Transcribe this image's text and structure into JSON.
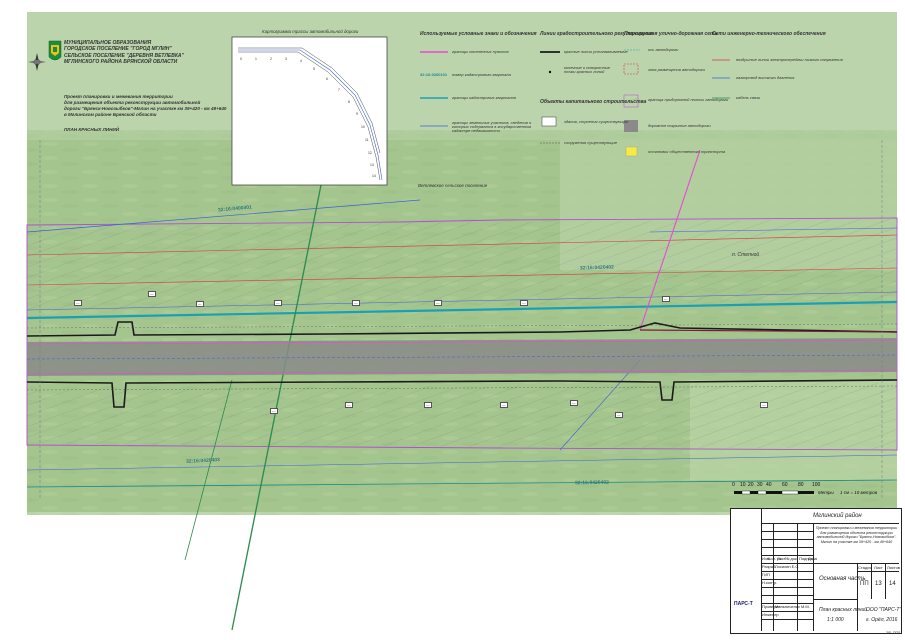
{
  "colors": {
    "red_line": "#1a1a1a",
    "cadastral_quarter": "#1a8a8a",
    "pink_boundary": "#e64bd0",
    "purple_zone": "#b04fd2",
    "blue_line": "#3c5fd8",
    "red_power": "#d23a3a",
    "green_field": "#8fb574",
    "road_gray": "#8a8a8a"
  },
  "header": {
    "title_lines": [
      "МУНИЦИПАЛЬНОЕ ОБРАЗОВАНИЯ",
      "ГОРОДСКОЕ ПОСЕЛЕНИЕ \"ГОРОД МГЛИН\"",
      "СЕЛЬСКОЕ ПОСЕЛЕНИЕ \"ДЕРЕВНЯ ВЕТЛЕВКА\"",
      "МГЛИНСКОГО РАЙОНА БРЯНСКОЙ ОБЛАСТИ"
    ],
    "project_lines": [
      "Проект планировки и межевания территории",
      "для размещения объекта реконструкции автомобильной",
      "дороги \"Брянск-Новозыбков\"-Мглин на участке км 39+420 - км 49+640",
      "в Мглинском районе Брянской области"
    ],
    "plan_title": "ПЛАН КРАСНЫХ ЛИНИЙ",
    "emblem_icon": "coat-of-arms-icon",
    "compass_icon": "compass-rose-icon"
  },
  "inset_map": {
    "title": "Картограмма трассы автомобильной дороги",
    "numbers": [
      "0",
      "1",
      "2",
      "3",
      "4",
      "5",
      "6",
      "7",
      "8",
      "9",
      "10",
      "11",
      "12",
      "13",
      "14"
    ]
  },
  "legend": {
    "columns": [
      {
        "title": "Используемые условные знаки и обозначения",
        "items": [
          {
            "symbol": "pink-line",
            "label": "границы населенных пунктов"
          },
          {
            "symbol": "cadastral-number",
            "sample": "32:16:0260101",
            "label": "номер кадастрового квартала"
          },
          {
            "symbol": "teal-line",
            "label": "границы кадастровых кварталов"
          },
          {
            "symbol": "blue-line",
            "label": "границы земельных участков, сведения о которых содержатся в государственном кадастре недвижимости"
          }
        ]
      },
      {
        "title": "Линии градостроительного регулирования",
        "items": [
          {
            "symbol": "black-thick-line",
            "label": "красные линии устанавливаемые"
          },
          {
            "symbol": "black-dot",
            "label": "конечные и поворотные точки красных линий"
          }
        ],
        "subtitle": "Объекты капитального строительства",
        "subitems": [
          {
            "symbol": "white-box",
            "label": "здания, строения существующие"
          },
          {
            "symbol": "dashed-line",
            "label": "сооружения существующие"
          }
        ]
      },
      {
        "title": "Планируемая улично-дорожная сеть",
        "items": [
          {
            "symbol": "dashed-teal",
            "label": "ось автодороги"
          },
          {
            "symbol": "red-dashed-box",
            "label": "зона размещения автодороги"
          },
          {
            "symbol": "purple-hatch",
            "label": "граница придорожной полосы автодороги"
          },
          {
            "symbol": "gray-box",
            "label": "дорожное покрытие автодороги"
          },
          {
            "symbol": "yellow-box",
            "label": "остановки общественного транспорта"
          }
        ]
      },
      {
        "title": "Сети инженерно-технического обеспечения",
        "items": [
          {
            "symbol": "red-line",
            "label": "воздушные линии электропередачи низкого напряжения"
          },
          {
            "symbol": "blue-line",
            "label": "газопровод высокого давления"
          },
          {
            "symbol": "green-line",
            "label": "кабель связи"
          }
        ]
      }
    ]
  },
  "map_labels": {
    "settlement_boundary": "Ветлевское сельское поселение",
    "village": "п. Степной",
    "cadastral_top_left": "32:16:0400401",
    "cadastral_top_mid": "32:16:0420402",
    "cadastral_bottom_left": "32:16:0420403",
    "cadastral_bottom_mid": "32:16:0420402"
  },
  "scale_bar": {
    "ticks": [
      "0",
      "10",
      "20",
      "30",
      "40",
      "60",
      "80",
      "100"
    ],
    "unit_label": "Метры",
    "ratio_label": "1 см = 10 метров"
  },
  "title_block": {
    "district": "Мглинский район",
    "description": "Проект планировки и межевания территории для размещения объекта реконструкции автомобильной дороги \"Брянск-Новозыбков\"-Мглин на участке км 39+420 - км 49+640",
    "section": "Основная часть",
    "sheet_title": "План красных линий",
    "scale": "1:1 000",
    "company": "ООО \"ПАРС-Т\"",
    "company_city": "г. Орёл, 2016",
    "logo_text": "ПАРС-Т",
    "col_headers": [
      "Изм.",
      "Кол. уч.",
      "Лист",
      "№ док.",
      "Подпись",
      "Дата"
    ],
    "rows": [
      {
        "role": "Разраб.",
        "name": "Лосихин Е.С."
      },
      {
        "role": "ГИП",
        "name": ""
      },
      {
        "role": "Н.контр.",
        "name": ""
      }
    ],
    "checker_role": "Проверил",
    "checker_name": "Мельниченко М.М.",
    "engineer_role": "Инженер",
    "stage_label": "Стадия",
    "stage_value": "ПП",
    "sheet_label": "Лист",
    "sheet_value": "13",
    "sheets_label": "Листов",
    "sheets_value": "14"
  },
  "footer_code": "381-ППЛ"
}
